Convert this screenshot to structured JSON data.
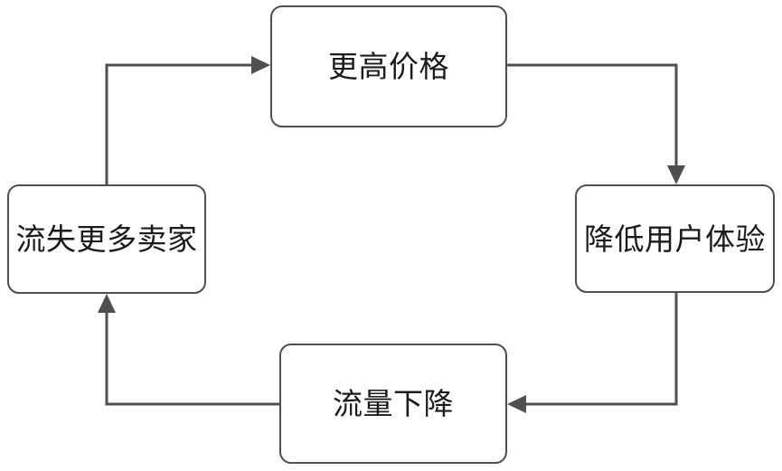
{
  "diagram": {
    "type": "flowchart-cycle",
    "title": "",
    "stroke_color": "#4f4f4f",
    "text_color": "#1b1b1b",
    "background_color": "#ffffff",
    "nodes": [
      {
        "id": "higher-price",
        "label": "更高价格",
        "position": "top"
      },
      {
        "id": "worse-ux",
        "label": "降低用户体验",
        "position": "right"
      },
      {
        "id": "traffic-drop",
        "label": "流量下降",
        "position": "bottom"
      },
      {
        "id": "lose-sellers",
        "label": "流失更多卖家",
        "position": "left"
      }
    ],
    "edges": [
      {
        "id": "edge-higher-price-to-worse-ux",
        "from": "higher-price",
        "to": "worse-ux",
        "label": "",
        "arrow": "down"
      },
      {
        "id": "edge-worse-ux-to-traffic-drop",
        "from": "worse-ux",
        "to": "traffic-drop",
        "label": "",
        "arrow": "left"
      },
      {
        "id": "edge-traffic-drop-to-lose-sellers",
        "from": "traffic-drop",
        "to": "lose-sellers",
        "label": "",
        "arrow": "up"
      },
      {
        "id": "edge-lose-sellers-to-higher-price",
        "from": "lose-sellers",
        "to": "higher-price",
        "label": "",
        "arrow": "right"
      }
    ]
  }
}
